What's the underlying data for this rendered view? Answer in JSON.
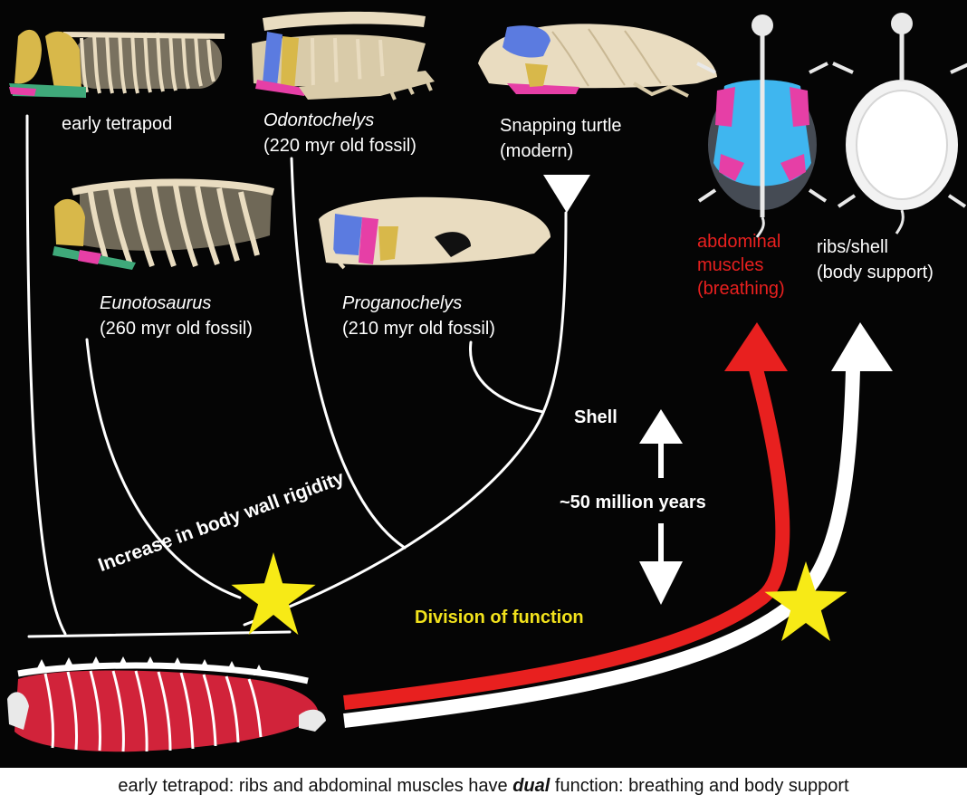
{
  "taxa": {
    "early_tetrapod": "early tetrapod",
    "odontochelys_name": "Odontochelys",
    "odontochelys_age": "(220 myr old fossil)",
    "snapping_name": "Snapping turtle",
    "snapping_age": "(modern)",
    "eunotosaurus_name": "Eunotosaurus",
    "eunotosaurus_age": "(260 myr old fossil)",
    "proganochelys_name": "Proganochelys",
    "proganochelys_age": "(210 myr old fossil)"
  },
  "functions": {
    "muscles_line1": "abdominal",
    "muscles_line2": "muscles",
    "muscles_line3": "(breathing)",
    "ribs_line1": "ribs/shell",
    "ribs_line2": "(body support)"
  },
  "annotations": {
    "shell": "Shell",
    "time_span": "~50 million years",
    "rigidity": "Increase in body wall rigidity",
    "division": "Division of function"
  },
  "caption": {
    "before": "early tetrapod: ribs and abdominal muscles have ",
    "emphasis": "dual",
    "after": " function: breathing and body support"
  },
  "colors": {
    "background": "#050505",
    "bone": "#e9dcc0",
    "muscle_red": "#e8201f",
    "star_yellow": "#f7ea16",
    "breathing_blue": "#3fb6ef",
    "pink": "#e63fa6"
  }
}
